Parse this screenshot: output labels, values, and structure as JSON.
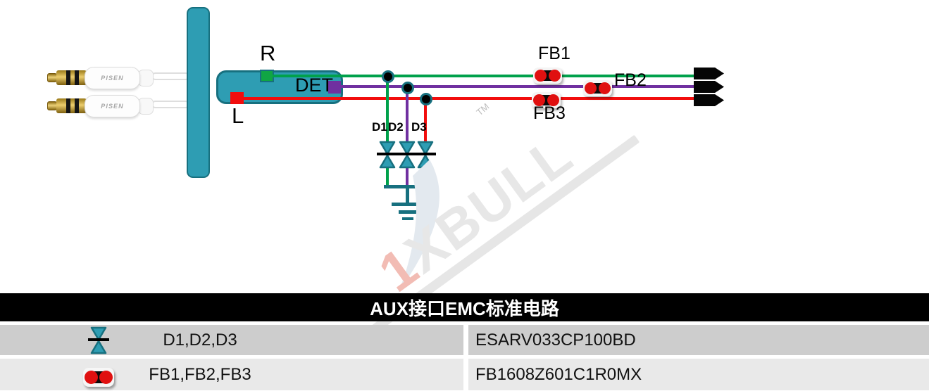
{
  "colors": {
    "teal": "#2E9DB3",
    "teal-dark": "#17707F",
    "wire-green": "#00A14B",
    "wire-purple": "#7030A0",
    "wire-red": "#F20D0D",
    "square-green": "#10A644",
    "bead-red": "#E01010",
    "row1-bg": "#CDCDCD",
    "row2-bg": "#E9E9E9",
    "wm-gray": "#E7E7E7",
    "wm-red": "#F2BCB4"
  },
  "plugs": {
    "brand": "PISEN"
  },
  "circuit": {
    "labels": {
      "r": "R",
      "det": "DET",
      "l": "L",
      "d1": "D1",
      "d2": "D2",
      "d3": "D3",
      "fb1": "FB1",
      "fb2": "FB2",
      "fb3": "FB3"
    }
  },
  "watermark": {
    "one": "1",
    "brand": "XBULL",
    "tm": "TM"
  },
  "table": {
    "title": "AUX接口EMC标准电路",
    "rows": [
      {
        "symbol": "tvs-diode-icon",
        "designators": "D1,D2,D3",
        "part_number": "ESARV033CP100BD"
      },
      {
        "symbol": "ferrite-bead-icon",
        "designators": "FB1,FB2,FB3",
        "part_number": "FB1608Z601C1R0MX"
      }
    ]
  }
}
